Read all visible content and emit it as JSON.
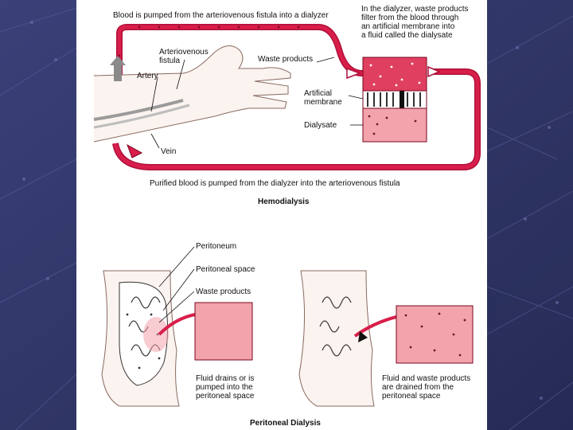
{
  "colors": {
    "slide_background": "#2f3566",
    "panel": "#ffffff",
    "blood_red": "#d81e4a",
    "dialysate_pink": "#f2a3ab",
    "tube_outline": "#b0103a"
  },
  "hemodialysis": {
    "top_caption": "Blood is pumped from the arteriovenous fistula into a dialyzer",
    "dialyzer_caption_lines": [
      "In the dialyzer, waste products",
      "filter from the blood through",
      "an artificial membrane into",
      "a fluid called the dialysate"
    ],
    "labels": {
      "arteriovenous_fistula_lines": [
        "Arteriovenous",
        "fistula"
      ],
      "artery": "Artery",
      "vein": "Vein",
      "waste_products": "Waste products",
      "artificial_membrane_lines": [
        "Artificial",
        "membrane"
      ],
      "dialysate": "Dialysate"
    },
    "bottom_caption": "Purified blood is pumped from the dialyzer into the arteriovenous fistula",
    "section_title": "Hemodialysis"
  },
  "peritoneal": {
    "labels": {
      "peritoneum": "Peritoneum",
      "peritoneal_space": "Peritoneal space",
      "waste_products": "Waste products"
    },
    "left_caption_lines": [
      "Fluid drains or is",
      "pumped into the",
      "peritoneal space"
    ],
    "right_caption_lines": [
      "Fluid and waste products",
      "are drained from the",
      "peritoneal space"
    ],
    "section_title": "Peritoneal Dialysis"
  }
}
